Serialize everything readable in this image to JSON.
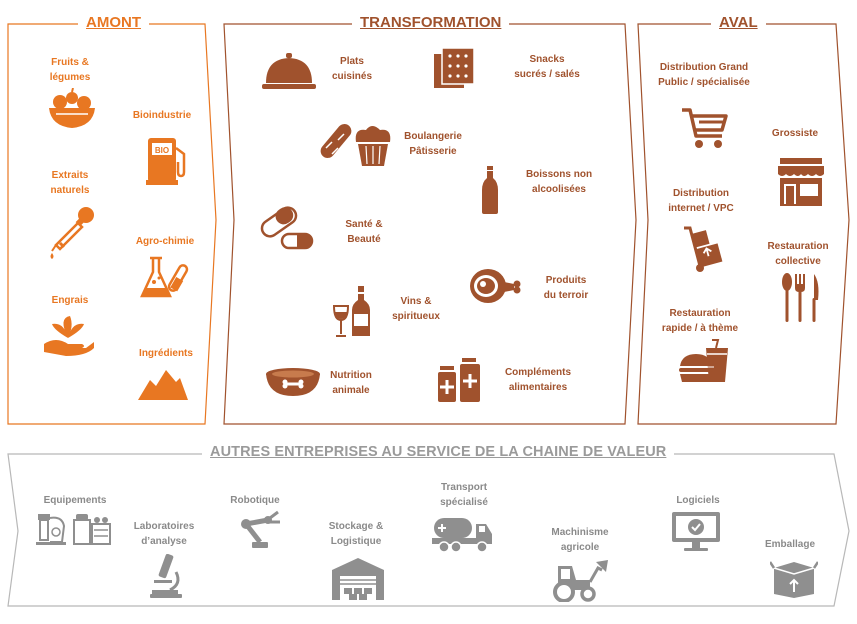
{
  "colors": {
    "amont": "#e87722",
    "transformation": "#a0522d",
    "aval": "#a0522d",
    "autres": "#8f8f8f"
  },
  "amont": {
    "title": "AMONT",
    "items": [
      {
        "label": "Fruits &\nlégumes",
        "icon": "fruit-bowl-icon"
      },
      {
        "label": "Bioindustrie",
        "icon": "bio-fuel-pump-icon"
      },
      {
        "label": "Extraits\nnaturels",
        "icon": "dropper-icon"
      },
      {
        "label": "Agro-chimie",
        "icon": "lab-flask-icon"
      },
      {
        "label": "Engrais",
        "icon": "hand-sprout-icon"
      },
      {
        "label": "Ingrédients",
        "icon": "powder-pile-icon"
      }
    ]
  },
  "transformation": {
    "title": "TRANSFORMATION",
    "items": [
      {
        "label": "Plats\ncuisinés",
        "icon": "cloche-icon"
      },
      {
        "label": "Snacks\nsucrés / salés",
        "icon": "crackers-icon"
      },
      {
        "label": "Boulangerie\nPâtisserie",
        "icon": "bread-cupcake-icon"
      },
      {
        "label": "Boissons non\nalcoolisées",
        "icon": "bottle-icon"
      },
      {
        "label": "Santé &\nBeauté",
        "icon": "pills-icon"
      },
      {
        "label": "Produits\ndu terroir",
        "icon": "ham-icon"
      },
      {
        "label": "Vins &\nspiritueux",
        "icon": "wine-icon"
      },
      {
        "label": "Nutrition\nanimale",
        "icon": "pet-bowl-icon"
      },
      {
        "label": "Compléments\nalimentaires",
        "icon": "supplement-bottles-icon"
      }
    ]
  },
  "aval": {
    "title": "AVAL",
    "items": [
      {
        "label": "Distribution Grand\nPublic / spécialisée",
        "icon": "shopping-cart-icon"
      },
      {
        "label": "Grossiste",
        "icon": "store-icon"
      },
      {
        "label": "Distribution\ninternet / VPC",
        "icon": "hand-truck-icon"
      },
      {
        "label": "Restauration\ncollective",
        "icon": "cutlery-icon"
      },
      {
        "label": "Restauration\nrapide / à thème",
        "icon": "burger-drink-icon"
      }
    ]
  },
  "autres": {
    "title": "AUTRES ENTREPRISES AU SERVICE DE LA CHAINE DE VALEUR",
    "items": [
      {
        "label": "Equipements",
        "icon": "kitchen-equipment-icon"
      },
      {
        "label": "Laboratoires\nd’analyse",
        "icon": "microscope-icon"
      },
      {
        "label": "Robotique",
        "icon": "robot-arm-icon"
      },
      {
        "label": "Stockage &\nLogistique",
        "icon": "warehouse-icon"
      },
      {
        "label": "Transport\nspécialisé",
        "icon": "tanker-truck-icon"
      },
      {
        "label": "Machinisme\nagricole",
        "icon": "tractor-icon"
      },
      {
        "label": "Logiciels",
        "icon": "monitor-check-icon"
      },
      {
        "label": "Emballage",
        "icon": "package-box-icon"
      }
    ]
  }
}
